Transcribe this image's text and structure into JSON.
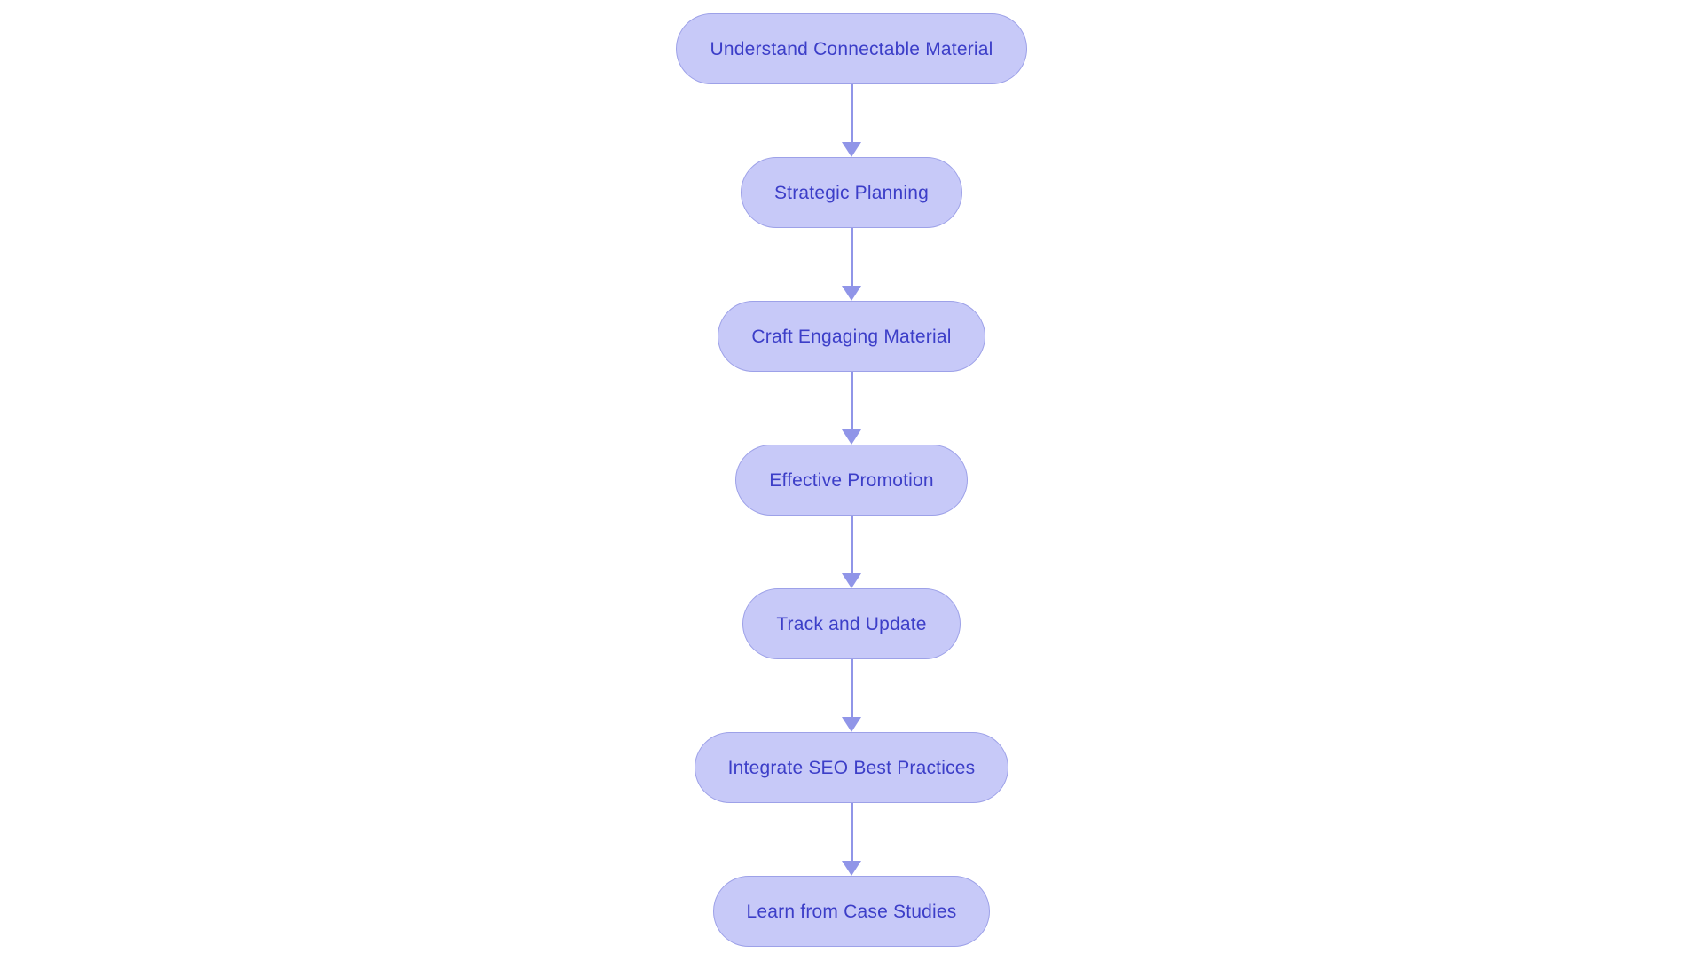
{
  "flowchart": {
    "type": "flowchart",
    "direction": "top-to-bottom",
    "background_color": "#ffffff",
    "node_fill_color": "#c7c9f8",
    "node_border_color": "#9da1e8",
    "node_text_color": "#3c3ec8",
    "arrow_color": "#9095e8",
    "node_shape": "stadium",
    "nodes": [
      {
        "id": "understand-connectable-material",
        "label": "Understand Connectable Material"
      },
      {
        "id": "strategic-planning",
        "label": "Strategic Planning"
      },
      {
        "id": "craft-engaging-material",
        "label": "Craft Engaging Material"
      },
      {
        "id": "effective-promotion",
        "label": "Effective Promotion"
      },
      {
        "id": "track-and-update",
        "label": "Track and Update"
      },
      {
        "id": "integrate-seo-best-practices",
        "label": "Integrate SEO Best Practices"
      },
      {
        "id": "learn-from-case-studies",
        "label": "Learn from Case Studies"
      }
    ],
    "edges": [
      {
        "from": "understand-connectable-material",
        "to": "strategic-planning"
      },
      {
        "from": "strategic-planning",
        "to": "craft-engaging-material"
      },
      {
        "from": "craft-engaging-material",
        "to": "effective-promotion"
      },
      {
        "from": "effective-promotion",
        "to": "track-and-update"
      },
      {
        "from": "track-and-update",
        "to": "integrate-seo-best-practices"
      },
      {
        "from": "integrate-seo-best-practices",
        "to": "learn-from-case-studies"
      }
    ]
  }
}
